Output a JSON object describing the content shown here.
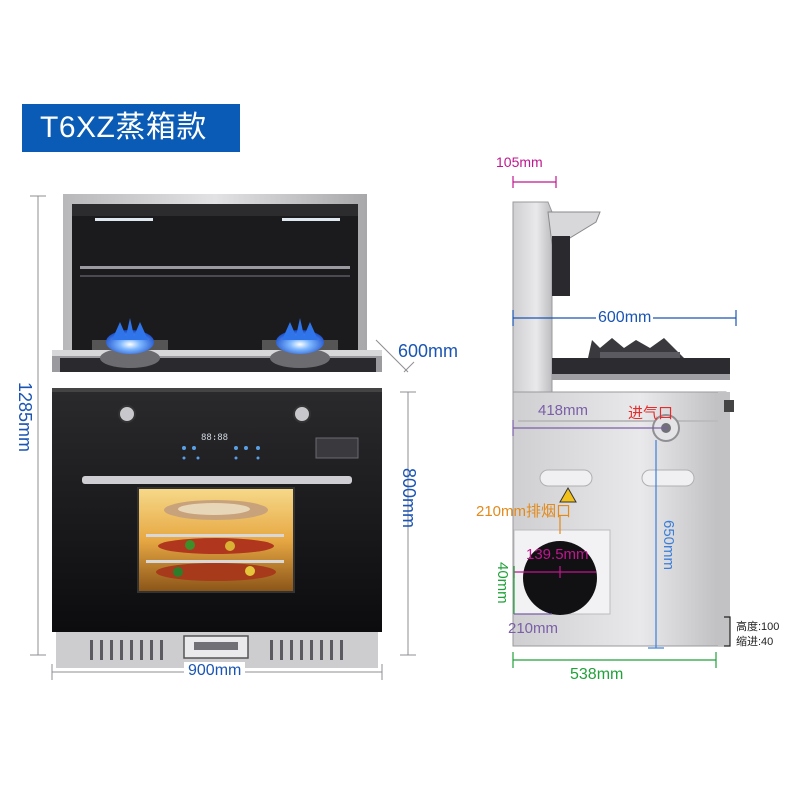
{
  "title": "T6XZ蒸箱款",
  "front_view": {
    "height_label": "1285mm",
    "depth_label": "600mm",
    "cabinet_height_label": "800mm",
    "width_label": "900mm",
    "display_readout": "88:88"
  },
  "side_view": {
    "top_label": "105mm",
    "depth_label": "600mm",
    "label_418": "418mm",
    "gas_inlet_label": "进气口",
    "exhaust_label": "210mm排烟口",
    "label_139": "139.5mm",
    "label_40": "40mm",
    "label_210": "210mm",
    "label_650": "650mm",
    "label_538": "538mm",
    "height_note": "高度:100",
    "recess_note": "缩进:40"
  },
  "colors": {
    "banner": "#0a5bb6",
    "dimension_blue": "#1a55b4",
    "magenta": "#c0168f",
    "purple": "#7a5fa8",
    "orange": "#e28a1b",
    "green": "#21a13a",
    "red": "#e32d2d"
  }
}
